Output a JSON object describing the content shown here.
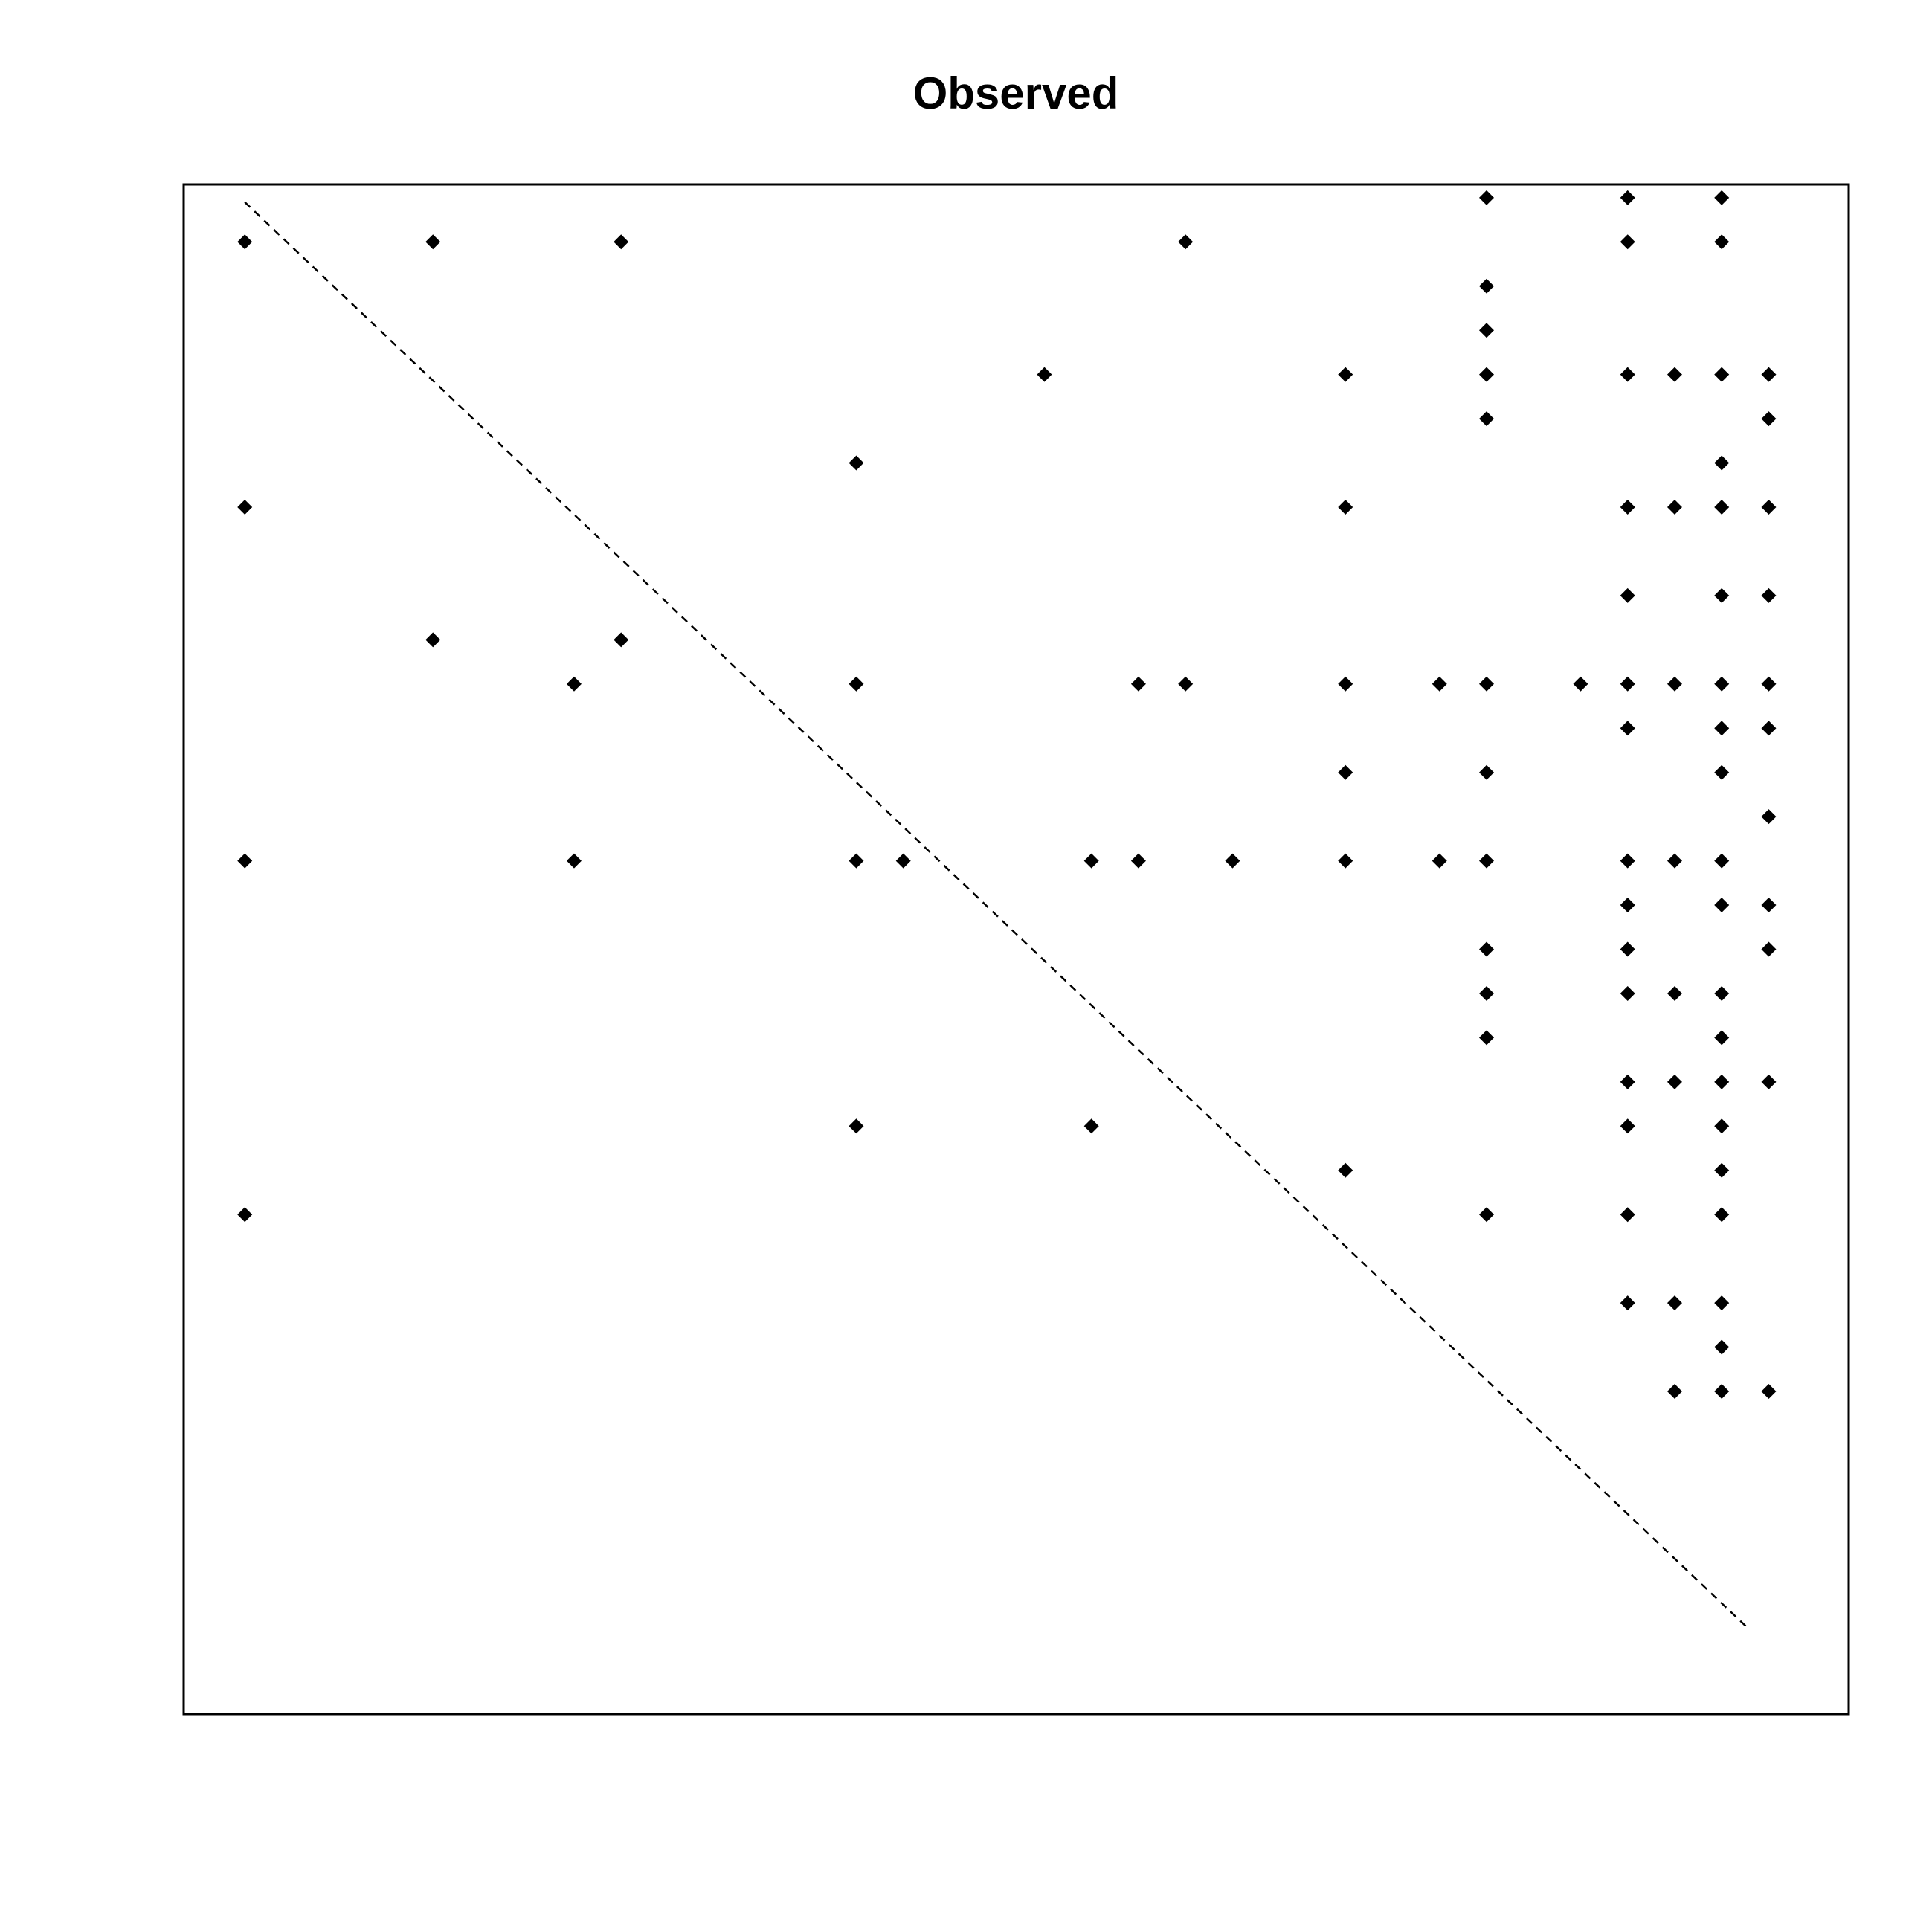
{
  "chart_data": {
    "type": "scatter",
    "title": "Observed",
    "xlabel": "",
    "ylabel": "",
    "xlim": [
      0.3,
      35.7
    ],
    "ylim": [
      35.3,
      0.7
    ],
    "grid": false,
    "axes_ticks": false,
    "marker": "diamond",
    "colors": {
      "points": "#000000",
      "reference_line": "#000000",
      "frame": "#000000",
      "background": "#ffffff"
    },
    "reference_line": {
      "style": "dashed",
      "x": [
        1.6,
        33.6
      ],
      "y": [
        1.1,
        33.4
      ]
    },
    "points": [
      {
        "x": 28,
        "y": 1
      },
      {
        "x": 31,
        "y": 1
      },
      {
        "x": 33,
        "y": 1
      },
      {
        "x": 1.6,
        "y": 2
      },
      {
        "x": 5.6,
        "y": 2
      },
      {
        "x": 9.6,
        "y": 2
      },
      {
        "x": 21.6,
        "y": 2
      },
      {
        "x": 31,
        "y": 2
      },
      {
        "x": 33,
        "y": 2
      },
      {
        "x": 28,
        "y": 3
      },
      {
        "x": 28,
        "y": 4
      },
      {
        "x": 18.6,
        "y": 5
      },
      {
        "x": 25,
        "y": 5
      },
      {
        "x": 28,
        "y": 5
      },
      {
        "x": 31,
        "y": 5
      },
      {
        "x": 32,
        "y": 5
      },
      {
        "x": 33,
        "y": 5
      },
      {
        "x": 34,
        "y": 5
      },
      {
        "x": 28,
        "y": 6
      },
      {
        "x": 34,
        "y": 6
      },
      {
        "x": 14.6,
        "y": 7
      },
      {
        "x": 33,
        "y": 7
      },
      {
        "x": 1.6,
        "y": 8
      },
      {
        "x": 25,
        "y": 8
      },
      {
        "x": 31,
        "y": 8
      },
      {
        "x": 32,
        "y": 8
      },
      {
        "x": 33,
        "y": 8
      },
      {
        "x": 34,
        "y": 8
      },
      {
        "x": 31,
        "y": 10
      },
      {
        "x": 33,
        "y": 10
      },
      {
        "x": 34,
        "y": 10
      },
      {
        "x": 5.6,
        "y": 11
      },
      {
        "x": 9.6,
        "y": 11
      },
      {
        "x": 8.6,
        "y": 12
      },
      {
        "x": 14.6,
        "y": 12
      },
      {
        "x": 20.6,
        "y": 12
      },
      {
        "x": 21.6,
        "y": 12
      },
      {
        "x": 25,
        "y": 12
      },
      {
        "x": 27,
        "y": 12
      },
      {
        "x": 28,
        "y": 12
      },
      {
        "x": 30,
        "y": 12
      },
      {
        "x": 31,
        "y": 12
      },
      {
        "x": 32,
        "y": 12
      },
      {
        "x": 33,
        "y": 12
      },
      {
        "x": 34,
        "y": 12
      },
      {
        "x": 31,
        "y": 13
      },
      {
        "x": 33,
        "y": 13
      },
      {
        "x": 34,
        "y": 13
      },
      {
        "x": 25,
        "y": 14
      },
      {
        "x": 28,
        "y": 14
      },
      {
        "x": 33,
        "y": 14
      },
      {
        "x": 34,
        "y": 15
      },
      {
        "x": 1.6,
        "y": 16
      },
      {
        "x": 8.6,
        "y": 16
      },
      {
        "x": 14.6,
        "y": 16
      },
      {
        "x": 15.6,
        "y": 16
      },
      {
        "x": 19.6,
        "y": 16
      },
      {
        "x": 20.6,
        "y": 16
      },
      {
        "x": 22.6,
        "y": 16
      },
      {
        "x": 25,
        "y": 16
      },
      {
        "x": 27,
        "y": 16
      },
      {
        "x": 28,
        "y": 16
      },
      {
        "x": 31,
        "y": 16
      },
      {
        "x": 32,
        "y": 16
      },
      {
        "x": 33,
        "y": 16
      },
      {
        "x": 31,
        "y": 17
      },
      {
        "x": 33,
        "y": 17
      },
      {
        "x": 34,
        "y": 17
      },
      {
        "x": 28,
        "y": 18
      },
      {
        "x": 31,
        "y": 18
      },
      {
        "x": 34,
        "y": 18
      },
      {
        "x": 28,
        "y": 19
      },
      {
        "x": 31,
        "y": 19
      },
      {
        "x": 32,
        "y": 19
      },
      {
        "x": 33,
        "y": 19
      },
      {
        "x": 28,
        "y": 20
      },
      {
        "x": 33,
        "y": 20
      },
      {
        "x": 31,
        "y": 21
      },
      {
        "x": 32,
        "y": 21
      },
      {
        "x": 33,
        "y": 21
      },
      {
        "x": 34,
        "y": 21
      },
      {
        "x": 14.6,
        "y": 22
      },
      {
        "x": 19.6,
        "y": 22
      },
      {
        "x": 31,
        "y": 22
      },
      {
        "x": 33,
        "y": 22
      },
      {
        "x": 25,
        "y": 23
      },
      {
        "x": 33,
        "y": 23
      },
      {
        "x": 1.6,
        "y": 24
      },
      {
        "x": 28,
        "y": 24
      },
      {
        "x": 31,
        "y": 24
      },
      {
        "x": 33,
        "y": 24
      },
      {
        "x": 31,
        "y": 26
      },
      {
        "x": 32,
        "y": 26
      },
      {
        "x": 33,
        "y": 26
      },
      {
        "x": 33,
        "y": 27
      },
      {
        "x": 32,
        "y": 28
      },
      {
        "x": 33,
        "y": 28
      },
      {
        "x": 34,
        "y": 28
      }
    ]
  }
}
